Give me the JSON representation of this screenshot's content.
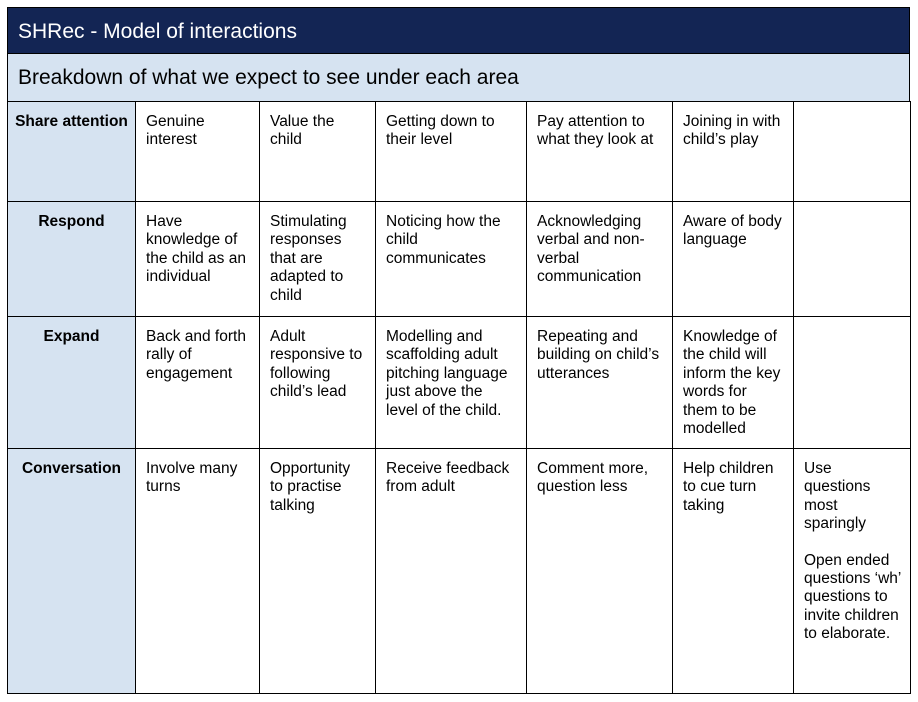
{
  "header": {
    "title": "SHRec - Model of interactions",
    "subtitle": "Breakdown of what we expect to see under each area"
  },
  "rows": [
    {
      "heading": "Share attention",
      "cells": [
        "Genuine interest",
        "Value the child",
        "Getting down to their level",
        "Pay attention to what they look at",
        "Joining in with child’s play",
        ""
      ]
    },
    {
      "heading": "Respond",
      "cells": [
        "Have knowledge of the child as an individual",
        "Stimulating responses that are adapted to child",
        "Noticing how the child communicates",
        "Acknowledging verbal and non-verbal communication",
        "Aware of body language",
        ""
      ]
    },
    {
      "heading": "Expand",
      "cells": [
        "Back and forth rally of engagement",
        "Adult responsive to following child’s lead",
        "Modelling and scaffolding adult pitching language just above the level of the child.",
        "Repeating and building on child’s utterances",
        "Knowledge of the child will inform the key words for them to be modelled",
        ""
      ]
    },
    {
      "heading": "Conversation",
      "cells": [
        "Involve many turns",
        "Opportunity to practise talking",
        "Receive feedback from adult",
        "Comment more, question less",
        "Help children to cue turn taking",
        ""
      ],
      "last_cell_paragraphs": [
        "Use questions most sparingly",
        "Open ended questions ‘wh’ questions to invite children to elaborate."
      ]
    }
  ],
  "colors": {
    "title_bg": "#132554",
    "title_text": "#ffffff",
    "subtitle_bg": "#d6e3f1",
    "heading_bg": "#d6e3f1",
    "border": "#000000"
  }
}
